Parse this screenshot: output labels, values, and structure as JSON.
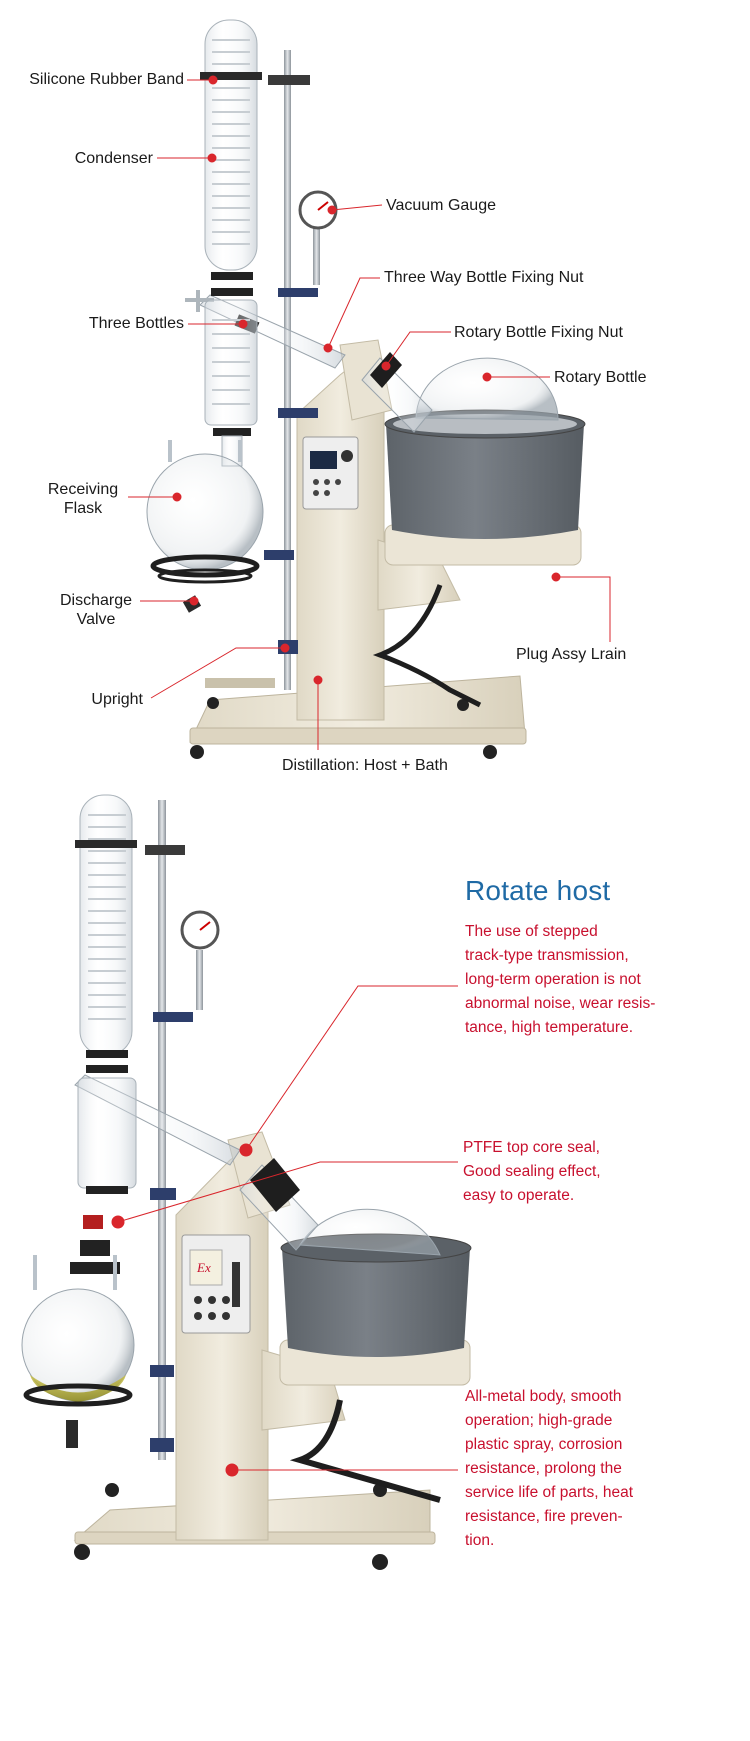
{
  "diagram1": {
    "labels": [
      {
        "id": "silicone-rubber-band",
        "text": "Silicone Rubber Band"
      },
      {
        "id": "condenser",
        "text": "Condenser"
      },
      {
        "id": "vacuum-gauge",
        "text": "Vacuum Gauge"
      },
      {
        "id": "three-way-bottle-fixing-nut",
        "text": "Three Way Bottle Fixing Nut"
      },
      {
        "id": "three-bottles",
        "text": "Three Bottles"
      },
      {
        "id": "rotary-bottle-fixing-nut",
        "text": "Rotary Bottle Fixing Nut"
      },
      {
        "id": "rotary-bottle",
        "text": "Rotary Bottle"
      },
      {
        "id": "receiving-flask",
        "text": "Receiving\nFlask"
      },
      {
        "id": "discharge-valve",
        "text": "Discharge\nValve"
      },
      {
        "id": "plug-assy-lrain",
        "text": "Plug Assy Lrain"
      },
      {
        "id": "upright",
        "text": "Upright"
      },
      {
        "id": "distillation-host-bath",
        "text": "Distillation: Host + Bath"
      }
    ]
  },
  "diagram2": {
    "title": "Rotate host",
    "annotations": [
      {
        "id": "rotate-host-desc",
        "text": "The use of stepped\ntrack-type transmission,\nlong-term operation is not\nabnormal noise, wear resis-\ntance, high temperature."
      },
      {
        "id": "ptfe-seal-desc",
        "text": "PTFE top core seal,\nGood sealing effect,\neasy to operate."
      },
      {
        "id": "metal-body-desc",
        "text": "All-metal body, smooth\noperation; high-grade\nplastic spray, corrosion\nresistance, prolong the\nservice life of parts, heat\nresistance, fire preven-\ntion."
      }
    ]
  },
  "panel_text": {
    "display_text": "Ex"
  },
  "colors": {
    "label_text": "#1a1a1a",
    "annotation_red": "#c8102e",
    "leader_red": "#d9262c",
    "title_blue": "#1f6aa5",
    "body_cream": "#ece6d5",
    "bath_gray": "#6f757b"
  }
}
